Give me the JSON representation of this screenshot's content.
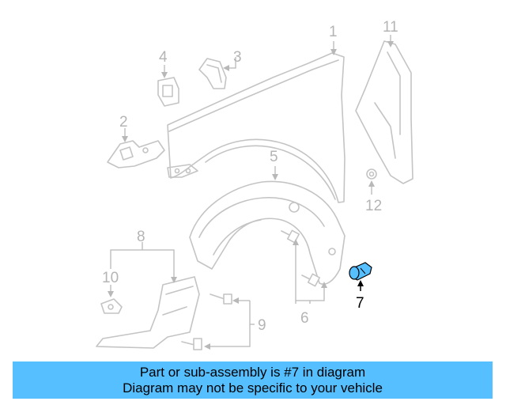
{
  "callouts": [
    {
      "label": "1"
    },
    {
      "label": "2"
    },
    {
      "label": "3"
    },
    {
      "label": "4"
    },
    {
      "label": "5"
    },
    {
      "label": "6"
    },
    {
      "label": "7"
    },
    {
      "label": "8"
    },
    {
      "label": "9"
    },
    {
      "label": "10"
    },
    {
      "label": "11"
    },
    {
      "label": "12"
    }
  ],
  "highlighted_part": "7",
  "colors": {
    "caption_background": "#55bfff",
    "highlight_part": "#55bfff",
    "ghost_parts": "#c4c4c4"
  },
  "caption": {
    "line1": "Part or sub-assembly is #7 in diagram",
    "line2": "Diagram may not be specific to your vehicle"
  }
}
